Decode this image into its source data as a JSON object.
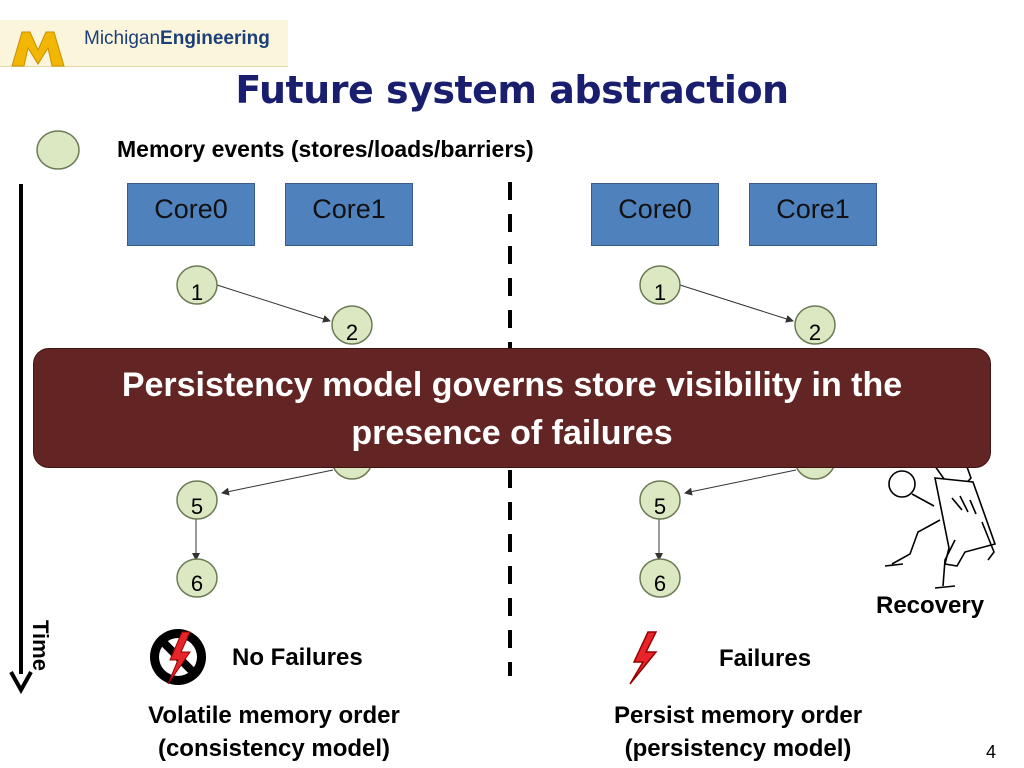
{
  "header": {
    "logo_text_regular": "Michigan",
    "logo_text_bold": "Engineering"
  },
  "title": "Future system abstraction",
  "legend": {
    "label": "Memory events (stores/loads/barriers)",
    "colors": {
      "node_fill": "#dbe8c2",
      "node_stroke": "#6b7a55"
    }
  },
  "left_panel": {
    "cores": [
      "Core0",
      "Core1"
    ],
    "node_labels": [
      "1",
      "2",
      "5",
      "6"
    ],
    "failure_label": "No Failures",
    "caption_line1": "Volatile memory order",
    "caption_line2": "(consistency model)"
  },
  "right_panel": {
    "cores": [
      "Core0",
      "Core1"
    ],
    "node_labels": [
      "1",
      "2",
      "5",
      "6"
    ],
    "failure_label": "Failures",
    "recovery_label": "Recovery",
    "caption_line1": "Persist memory order",
    "caption_line2": "(persistency model)"
  },
  "banner": {
    "line1": "Persistency model governs store visibility in the",
    "line2": "presence of  failures",
    "color": "#632523"
  },
  "time_label": "Time",
  "page_number": "4",
  "colors": {
    "core_fill": "#4f81bd",
    "title": "#1a1e6e",
    "lightning": "#e8242b"
  }
}
